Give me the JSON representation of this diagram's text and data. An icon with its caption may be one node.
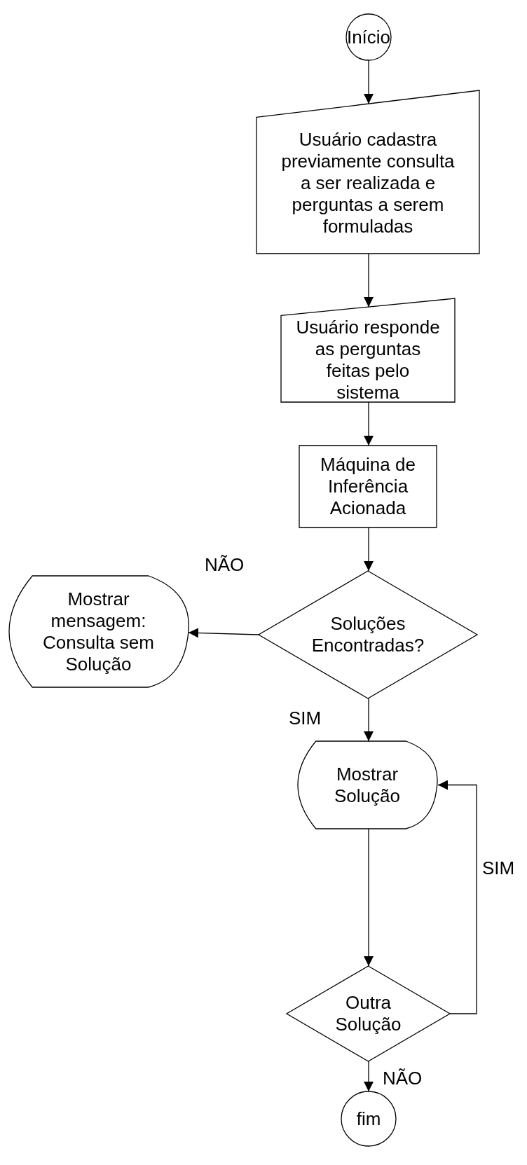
{
  "diagram": {
    "nodes": [
      {
        "text": [
          "Início"
        ]
      },
      {
        "text": [
          "Usuário cadastra previamente consulta a ser realizada e perguntas a serem formuladas"
        ]
      },
      {
        "text": [
          "Usuário responde as perguntas feitas pelo sistema"
        ]
      },
      {
        "text": [
          "Máquina de Inferência Acionada"
        ]
      },
      {
        "text": [
          "Soluções Encontradas?"
        ]
      },
      {
        "text": [
          "Mostrar mensagem: Consulta sem Solução"
        ]
      },
      {
        "text": [
          "Mostrar Solução"
        ]
      },
      {
        "text": [
          "Outra Solução"
        ]
      },
      {
        "text": [
          "fim"
        ]
      }
    ],
    "edges": [
      {
        "from": 0,
        "to": 1,
        "arrow": "to"
      },
      {
        "from": 1,
        "to": 2,
        "arrow": "to"
      },
      {
        "from": 2,
        "to": 3,
        "arrow": "to"
      },
      {
        "from": 3,
        "to": 4,
        "arrow": "to"
      },
      {
        "from": 4,
        "to": 5,
        "arrow": "to",
        "label": "NÃO"
      },
      {
        "from": 4,
        "to": 6,
        "arrow": "to",
        "label": "SIM"
      },
      {
        "from": 6,
        "to": 7,
        "arrow": "to"
      },
      {
        "from": 7,
        "to": 6,
        "arrow": "to",
        "label": "SIM"
      },
      {
        "from": 7,
        "to": 8,
        "arrow": "to",
        "label": "NÃO"
      }
    ]
  }
}
